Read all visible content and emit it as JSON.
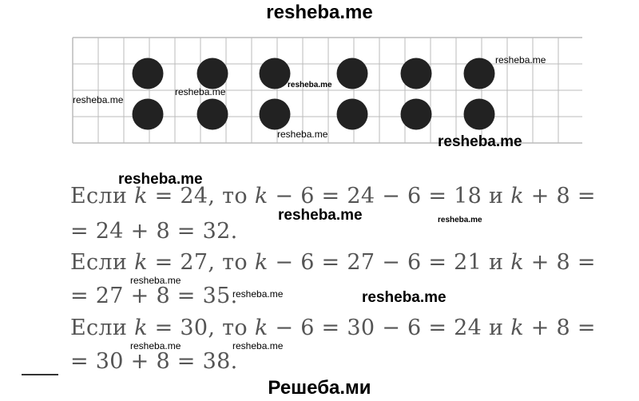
{
  "header": {
    "site": "resheba.me"
  },
  "figure": {
    "dots_top_row": 6,
    "dots_bottom_row": 6,
    "dot_color": "#222222",
    "grid_color": "#bbbbbb"
  },
  "lines": [
    {
      "a": "Если ",
      "k1": "k",
      "b": " = 24, то ",
      "k2": "k",
      "c": " − 6 = 24 − 6 = 18 и ",
      "k3": "k",
      "d": " + 8 ="
    },
    {
      "a": "= 24 + 8 = 32."
    },
    {
      "a": "Если ",
      "k1": "k",
      "b": " = 27, то ",
      "k2": "k",
      "c": " − 6 = 27 − 6 = 21 и ",
      "k3": "k",
      "d": " + 8 ="
    },
    {
      "a": "= 27 + 8 = 35."
    },
    {
      "a": "Если ",
      "k1": "k",
      "b": " = 30, то ",
      "k2": "k",
      "c": " − 6 = 30 − 6 = 24 и ",
      "k3": "k",
      "d": " + 8 ="
    },
    {
      "a": "= 30 + 8 = 38."
    }
  ],
  "watermarks": {
    "w1": "resheba.me",
    "w2": "resheba.me",
    "w3": "resheba.me",
    "w4": "resheba.me",
    "w5": "resheba.me",
    "w6": "resheba.me",
    "w7": "resheba.me",
    "w8": "resheba.me",
    "w9": "resheba.me",
    "w10": "resheba.me",
    "w11": "resheba.me",
    "w12": "resheba.me",
    "w13": "resheba.me",
    "w14": "resheba.me"
  },
  "footer": {
    "site": "Решеба.ми"
  }
}
